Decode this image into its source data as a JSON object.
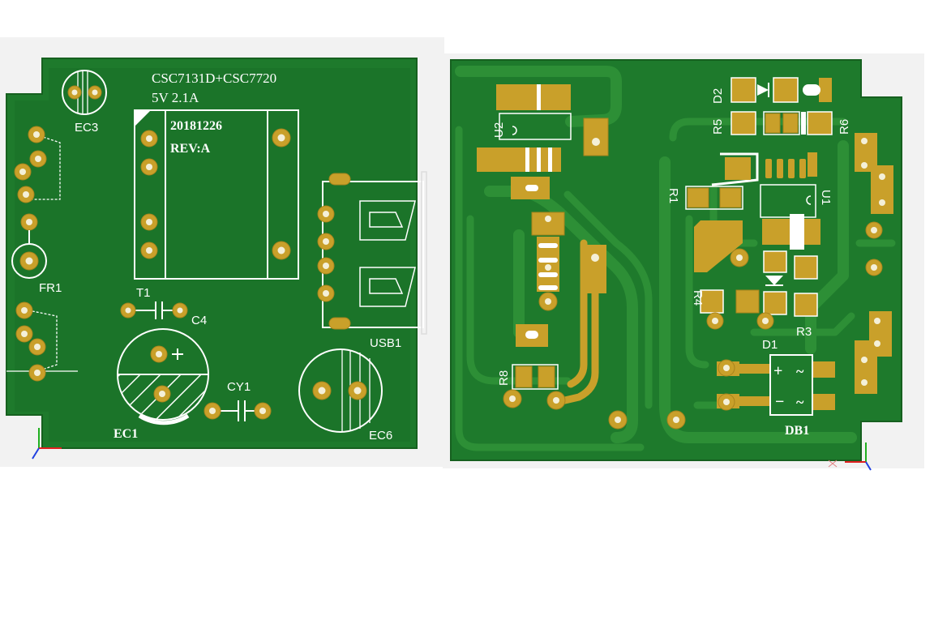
{
  "top_view": {
    "chip_line": "CSC7131D+CSC7720",
    "rating_line": "5V  2.1A",
    "date_code": "20181226",
    "revision": "REV:A",
    "labels": {
      "ec3": "EC3",
      "fr1": "FR1",
      "t1": "T1",
      "c4": "C4",
      "cy1": "CY1",
      "ec1": "EC1",
      "ec6": "EC6",
      "usb1": "USB1"
    }
  },
  "bottom_view": {
    "labels": {
      "u2": "U2",
      "d2": "D2",
      "r5": "R5",
      "r6": "R6",
      "r1": "R1",
      "u1": "U1",
      "r4": "R4",
      "d1": "D1",
      "r3": "R3",
      "r8": "R8",
      "db1": "DB1"
    },
    "db1_symbols": {
      "plus": "+",
      "minus": "−",
      "tilde1": "~",
      "tilde2": "~"
    }
  },
  "colors": {
    "board": "#1e7a2c",
    "board_dark": "#1a6e27",
    "trace": "#2d8f36",
    "pad_gold": "#c9a02a",
    "silkscreen": "#ffffff"
  }
}
